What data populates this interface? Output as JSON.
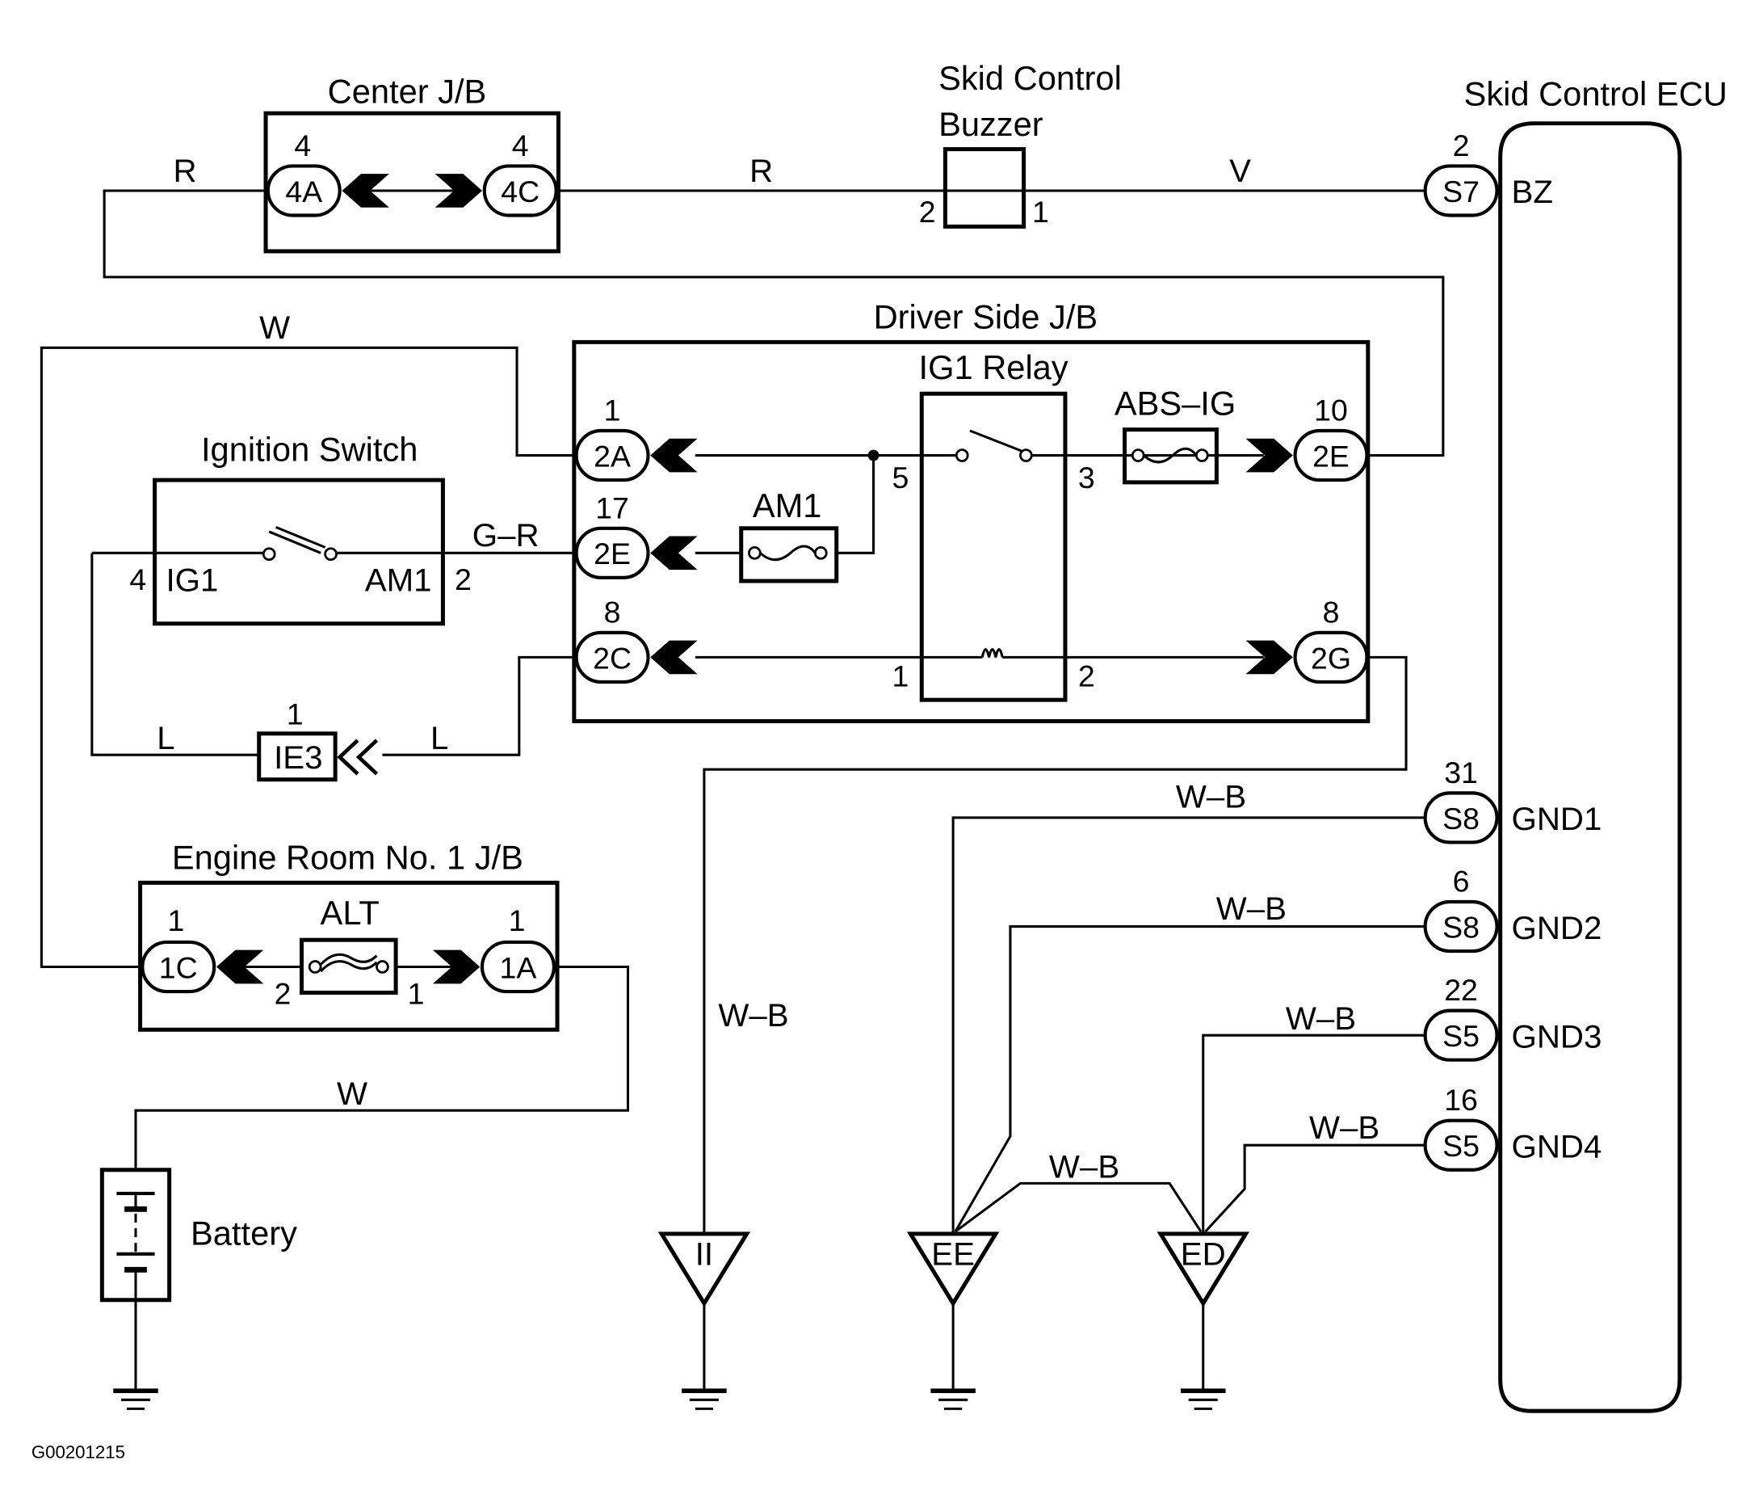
{
  "diagram": {
    "figure_id": "G00201215",
    "components": {
      "center_jb": {
        "title": "Center J/B",
        "left_connector": "4A",
        "left_pin": "4",
        "right_connector": "4C",
        "right_pin": "4"
      },
      "buzzer": {
        "title_line1": "Skid Control",
        "title_line2": "Buzzer",
        "pin_left": "2",
        "pin_right": "1"
      },
      "ecu": {
        "title": "Skid Control ECU",
        "terminals": [
          {
            "connector": "S7",
            "pin": "2",
            "name": "BZ"
          },
          {
            "connector": "S8",
            "pin": "31",
            "name": "GND1"
          },
          {
            "connector": "S8",
            "pin": "6",
            "name": "GND2"
          },
          {
            "connector": "S5",
            "pin": "22",
            "name": "GND3"
          },
          {
            "connector": "S5",
            "pin": "16",
            "name": "GND4"
          }
        ]
      },
      "driver_jb": {
        "title": "Driver Side J/B",
        "relay_title": "IG1 Relay",
        "relay_pins": {
          "switch_in": "5",
          "switch_out": "3",
          "coil_in": "1",
          "coil_out": "2"
        },
        "fuse_am1": "AM1",
        "fuse_abs": "ABS–IG",
        "connectors": [
          {
            "id": "2A",
            "pin": "1"
          },
          {
            "id": "2E",
            "pin": "17"
          },
          {
            "id": "2C",
            "pin": "8"
          },
          {
            "id": "2E",
            "pin": "10"
          },
          {
            "id": "2G",
            "pin": "8"
          }
        ]
      },
      "ignition_switch": {
        "title": "Ignition Switch",
        "term_left": "IG1",
        "term_right": "AM1",
        "pin_left": "4",
        "pin_right": "2"
      },
      "ie3": {
        "id": "IE3",
        "pin": "1"
      },
      "engine_jb": {
        "title": "Engine Room No. 1 J/B",
        "fuse": "ALT",
        "left_connector": "1C",
        "left_pin": "1",
        "right_connector": "1A",
        "right_pin": "1",
        "fuse_pin_left": "2",
        "fuse_pin_right": "1"
      },
      "battery": {
        "title": "Battery"
      },
      "grounds": [
        "II",
        "EE",
        "ED"
      ]
    },
    "wires": {
      "r_left": "R",
      "r_mid": "R",
      "v": "V",
      "w_top": "W",
      "g_r": "G–R",
      "l_left": "L",
      "l_right": "L",
      "w_battery": "W",
      "wb_ii": "W–B",
      "wb_gnd1": "W–B",
      "wb_gnd2": "W–B",
      "wb_gnd3": "W–B",
      "wb_gnd4": "W–B",
      "wb_ee_ed": "W–B"
    }
  }
}
